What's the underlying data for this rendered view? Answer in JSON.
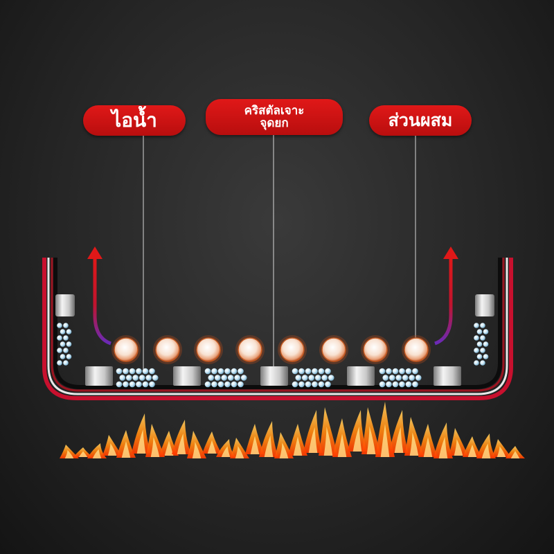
{
  "labels": {
    "steam": "ไอน้ำ",
    "crystal_line1": "คริสตัลเจาะ",
    "crystal_line2": "จุดยก",
    "ingredients": "ส่วนผสม"
  },
  "colors": {
    "pill": "#d01414",
    "arrow_top": "#e01818",
    "arrow_bottom": "#6a2ab8",
    "pan_outer": "#c8102e",
    "orb": "#f6e6da",
    "orb_glow": "#ff7a2a",
    "bubble": "#bfe4f6"
  },
  "icons": [
    "up-arrow-icon",
    "flame-icon"
  ]
}
